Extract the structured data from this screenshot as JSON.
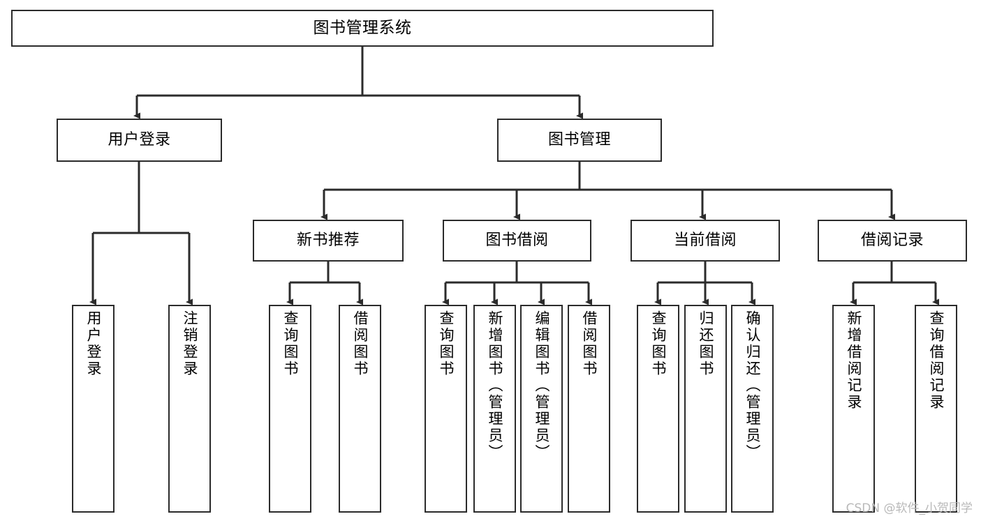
{
  "diagram": {
    "title": "图书管理系统",
    "type": "tree",
    "watermark": "CSDN @软件_小贺同学",
    "colors": {
      "stroke": "#2b2b2b",
      "fill": "#ffffff",
      "text": "#000000",
      "watermark": "#b9b9b9"
    },
    "root": {
      "label": "图书管理系统"
    },
    "level1": [
      {
        "label": "用户登录"
      },
      {
        "label": "图书管理"
      }
    ],
    "level2": [
      {
        "label": "新书推荐"
      },
      {
        "label": "图书借阅"
      },
      {
        "label": "当前借阅"
      },
      {
        "label": "借阅记录"
      }
    ],
    "leaves": {
      "user_login": [
        {
          "label": "用户登录"
        },
        {
          "label": "注销登录"
        }
      ],
      "new_book_recommend": [
        {
          "label": "查询图书"
        },
        {
          "label": "借阅图书"
        }
      ],
      "book_borrow": [
        {
          "label": "查询图书"
        },
        {
          "label": "新增图书（管理员）"
        },
        {
          "label": "编辑图书（管理员）"
        },
        {
          "label": "借阅图书"
        }
      ],
      "current_borrow": [
        {
          "label": "查询图书"
        },
        {
          "label": "归还图书"
        },
        {
          "label": "确认归还（管理员）"
        }
      ],
      "borrow_record": [
        {
          "label": "新增借阅记录"
        },
        {
          "label": "查询借阅记录"
        }
      ]
    }
  }
}
